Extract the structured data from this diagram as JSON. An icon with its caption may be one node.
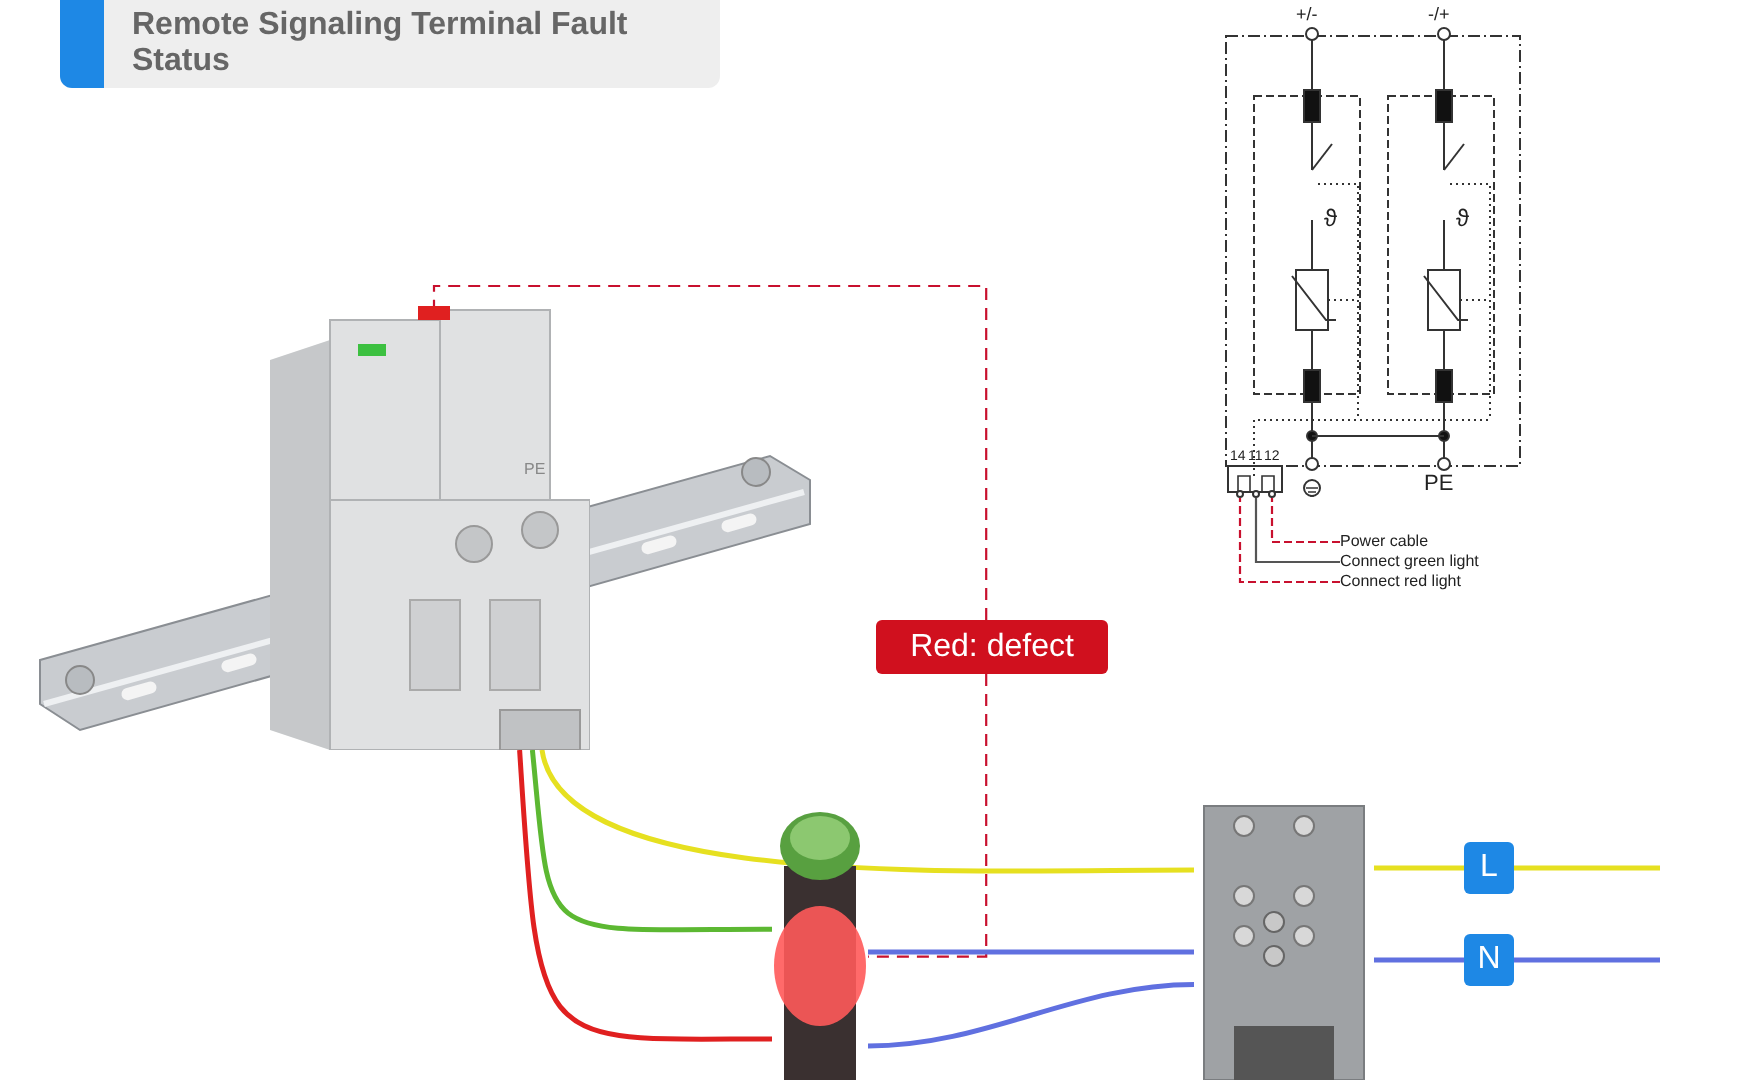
{
  "diagram": {
    "title": "Remote Signaling Terminal Fault Status",
    "nodes": [
      {
        "text": [
          "Red: defect"
        ]
      },
      {
        "text": [],
        "shape": "picture"
      },
      {
        "text": [],
        "shape": "box",
        "in": 1
      },
      {
        "text": [],
        "shape": "cylinder"
      },
      {
        "text": [],
        "shape": "picture"
      },
      {
        "text": [
          "L"
        ]
      },
      {
        "text": [
          "N"
        ]
      },
      {
        "text": [
          "Power cable"
        ]
      },
      {
        "text": [
          "Connect green light"
        ]
      },
      {
        "text": [
          "Connect red light"
        ]
      }
    ],
    "edges": [
      {
        "from": 0,
        "to": 2,
        "arrow": "none",
        "style": "dashed",
        "color": "#c8102e"
      },
      {
        "from": 0,
        "to": 3,
        "arrow": "none",
        "style": "dashed",
        "color": "#c8102e"
      },
      {
        "from": 1,
        "to": 4,
        "arrow": "none",
        "color": "#e6e020"
      },
      {
        "from": 1,
        "to": 3,
        "arrow": "none",
        "color": "#5cb832"
      },
      {
        "from": 1,
        "to": 3,
        "arrow": "none",
        "color": "#e02020"
      },
      {
        "from": 3,
        "to": 4,
        "arrow": "none",
        "color": "#6070e0"
      },
      {
        "from": 3,
        "to": 4,
        "arrow": "none",
        "color": "#6070e0"
      },
      {
        "from": 4,
        "to": 5,
        "arrow": "none",
        "color": "#e6e020"
      },
      {
        "from": 4,
        "to": 6,
        "arrow": "none",
        "color": "#6070e0"
      },
      {
        "from": 7,
        "to": null,
        "arrow": "none",
        "style": "dashed",
        "color": "#c8102e"
      },
      {
        "from": 8,
        "to": null,
        "arrow": "none",
        "color": "#555555"
      },
      {
        "from": 9,
        "to": null,
        "arrow": "none",
        "style": "dashed",
        "color": "#c8102e"
      }
    ],
    "labels": [
      "+/-",
      "-/+",
      "ϑ",
      "ϑ",
      "14",
      "11",
      "12",
      "PE",
      "PE"
    ]
  }
}
